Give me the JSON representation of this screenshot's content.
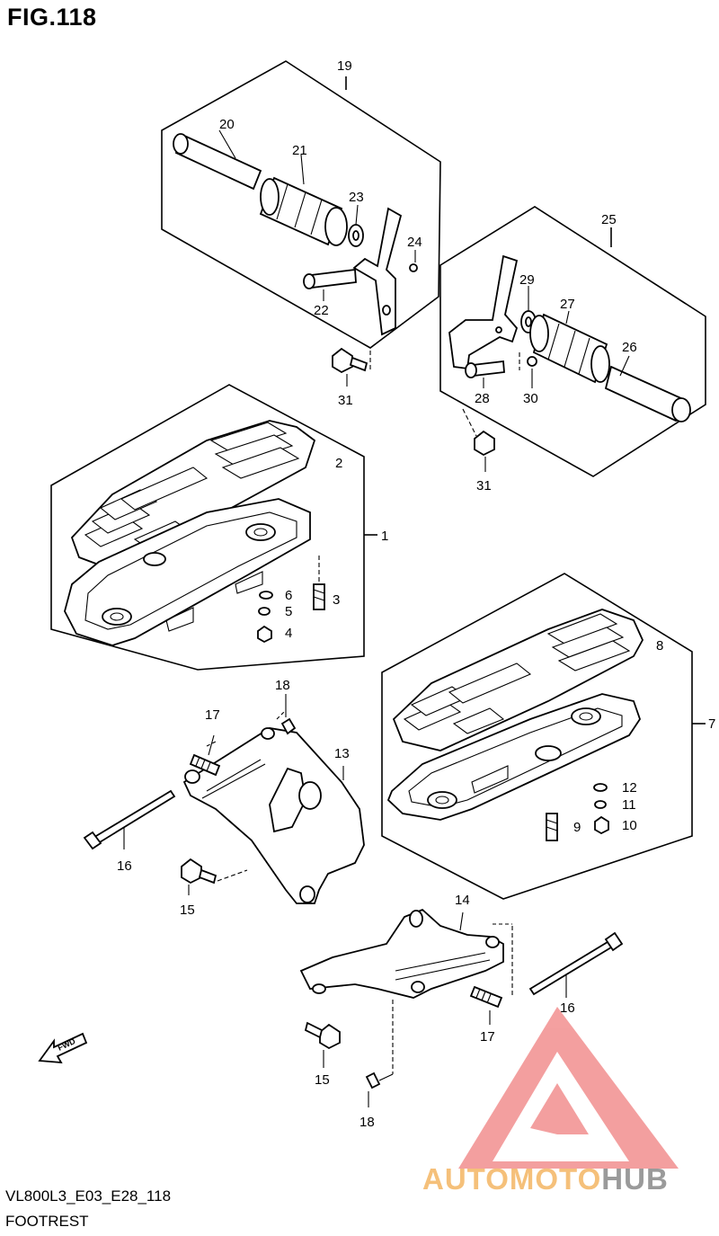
{
  "figure": {
    "title": "FIG.118",
    "model_code": "VL800L3_E03_E28_118",
    "caption": "FOOTREST",
    "direction_marker": "FWD"
  },
  "watermark": {
    "text_part1": "AUTOMOTO",
    "text_part2": "HUB",
    "logo_color": "#f08080",
    "text_color1": "#f5c07a",
    "text_color2": "#9a9a9a"
  },
  "callouts": {
    "c1": "1",
    "c2": "2",
    "c3": "3",
    "c4": "4",
    "c5": "5",
    "c6": "6",
    "c7": "7",
    "c8": "8",
    "c9": "9",
    "c10": "10",
    "c11": "11",
    "c12": "12",
    "c13": "13",
    "c14": "14",
    "c15a": "15",
    "c15b": "15",
    "c16a": "16",
    "c16b": "16",
    "c17a": "17",
    "c17b": "17",
    "c18a": "18",
    "c18b": "18",
    "c19": "19",
    "c20": "20",
    "c21": "21",
    "c22": "22",
    "c23": "23",
    "c24": "24",
    "c25": "25",
    "c26": "26",
    "c27": "27",
    "c28": "28",
    "c29": "29",
    "c30": "30",
    "c31a": "31",
    "c31b": "31"
  }
}
